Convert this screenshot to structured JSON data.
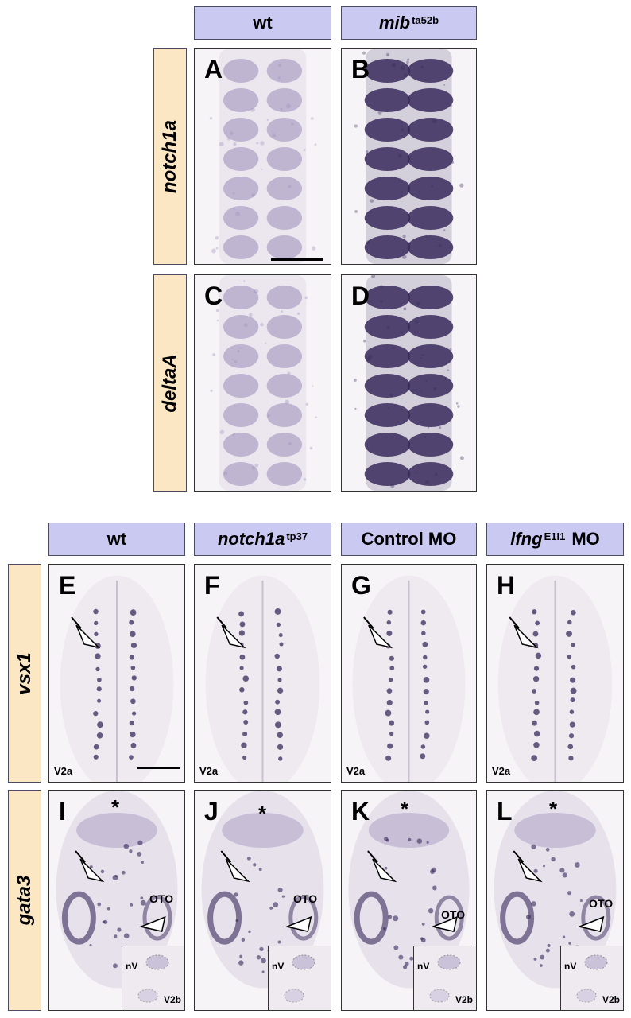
{
  "top": {
    "columns": [
      {
        "label": "wt",
        "sup": ""
      },
      {
        "label": "mib",
        "sup": "ta52b"
      }
    ],
    "rows": [
      "notch1a",
      "deltaA"
    ],
    "panels": [
      "A",
      "B",
      "C",
      "D"
    ]
  },
  "bottom": {
    "columns": [
      {
        "label": "wt",
        "sup": "",
        "suffix": ""
      },
      {
        "label": "notch1a",
        "sup": "tp37",
        "suffix": ""
      },
      {
        "label": "Control MO",
        "sup": "",
        "suffix": ""
      },
      {
        "label": "lfng",
        "sup": "E1I1",
        "suffix": "MO"
      }
    ],
    "rows": [
      "vsx1",
      "gata3"
    ],
    "panels_row1": [
      "E",
      "F",
      "G",
      "H"
    ],
    "panels_row2": [
      "I",
      "J",
      "K",
      "L"
    ],
    "v2a_label": "V2a",
    "oto_label": "OTO",
    "star": "*",
    "inset_nv": "nV",
    "inset_v2b": "V2b"
  },
  "colors": {
    "header_fill": "#c9c9f2",
    "rowlabel_fill": "#fbe7c4",
    "stain_dark": "#3a2a5c",
    "stain_light": "#9a8cb8"
  }
}
